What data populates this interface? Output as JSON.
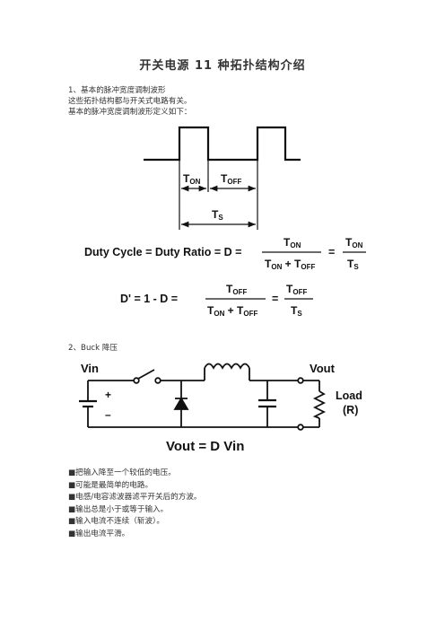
{
  "title": "开关电源 11 种拓扑结构介绍",
  "section1": {
    "heading": "1、基本的脉冲宽度调制波形",
    "line2": "这些拓扑结构都与开关式电路有关。",
    "line3": "基本的脉冲宽度调制波形定义如下："
  },
  "waveform": {
    "ton": "T",
    "ton_sub": "ON",
    "toff": "T",
    "toff_sub": "OFF",
    "ts": "T",
    "ts_sub": "S"
  },
  "formula1": {
    "lhs": "Duty Cycle = Duty Ratio = D =",
    "eq": "="
  },
  "formula2": {
    "lhs": "D' = 1 - D =",
    "eq": "="
  },
  "section2": {
    "heading": "2、Buck 降压"
  },
  "circuit": {
    "vin": "Vin",
    "vout": "Vout",
    "plus": "+",
    "minus": "–",
    "load": "Load",
    "load_r": "(R)",
    "equation": "Vout = D Vin"
  },
  "bullets": [
    "■把输入降至一个较低的电压。",
    "■可能是最简单的电路。",
    "■电感/电容滤波器滤平开关后的方波。",
    "■输出总是小于或等于输入。",
    "■输入电流不连续（斩波）。",
    "■输出电流平滑。"
  ]
}
